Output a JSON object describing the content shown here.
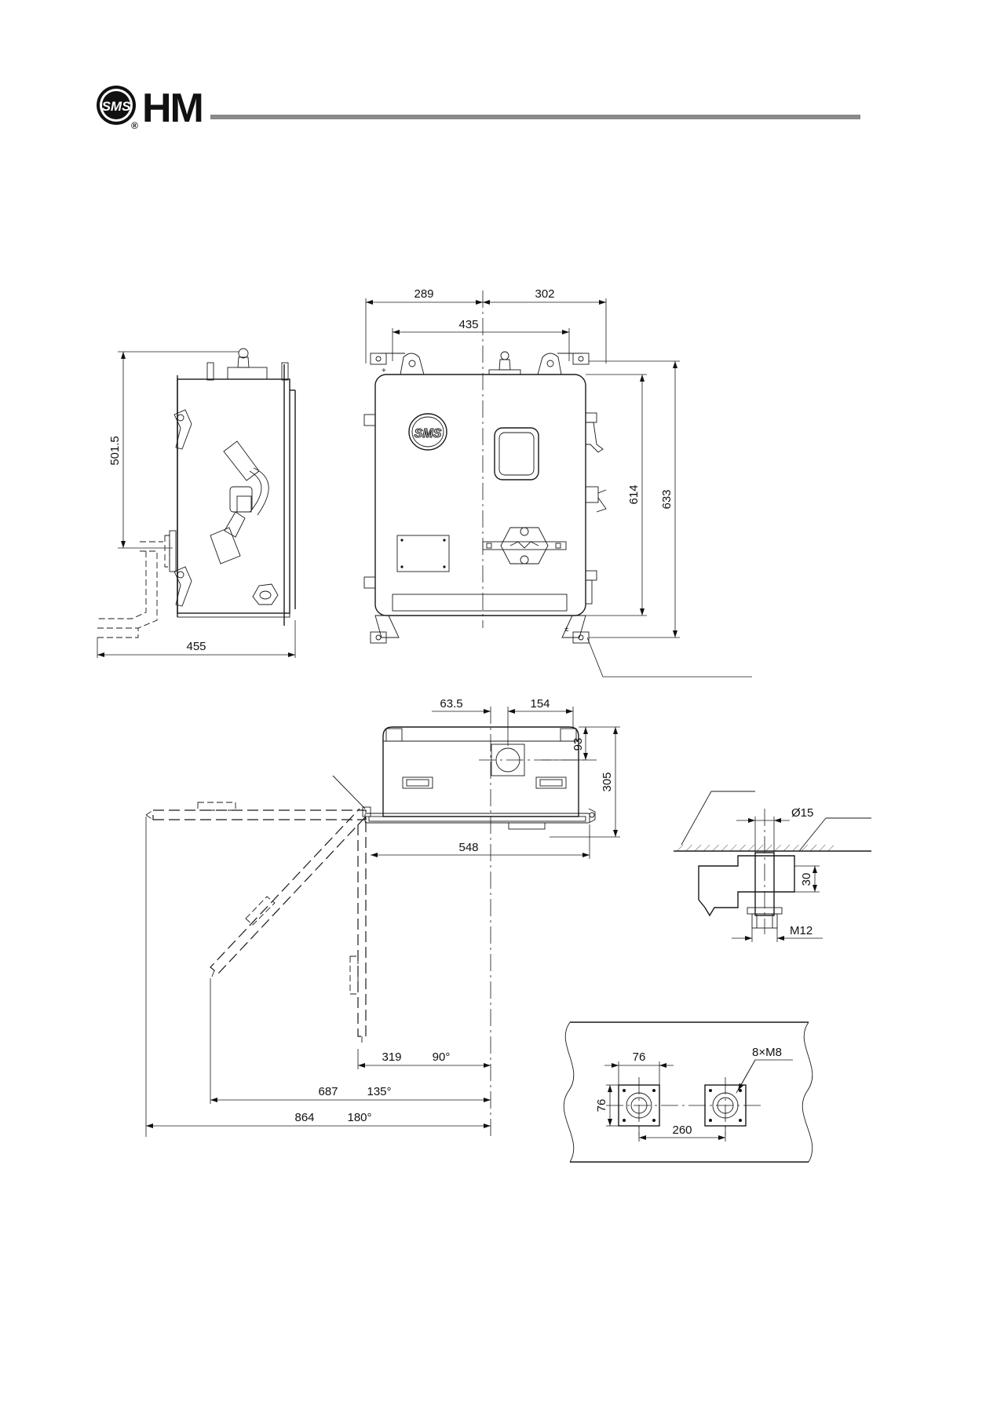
{
  "brand": {
    "mark": "SMS",
    "name": "HM",
    "registered": "®"
  },
  "side_view": {
    "height_dim": "501.5",
    "depth_dim": "455"
  },
  "front_view": {
    "left_dim": "289",
    "right_dim": "302",
    "hole_spacing": "435",
    "height_inner": "614",
    "height_outer": "633",
    "logo": "SMS"
  },
  "top_view": {
    "offset_dim": "63.5",
    "port_dim": "154",
    "port_depth": "93",
    "total_depth": "305",
    "width_dim": "548",
    "swing_90": {
      "dist": "319",
      "angle": "90°"
    },
    "swing_135": {
      "dist": "687",
      "angle": "135°"
    },
    "swing_180": {
      "dist": "864",
      "angle": "180°"
    }
  },
  "bolt_detail": {
    "hole": "Ø15",
    "thickness": "30",
    "bolt": "M12"
  },
  "mount_plan": {
    "pad_w": "76",
    "pad_h": "76",
    "bolts": "8×M8",
    "spacing": "260"
  }
}
